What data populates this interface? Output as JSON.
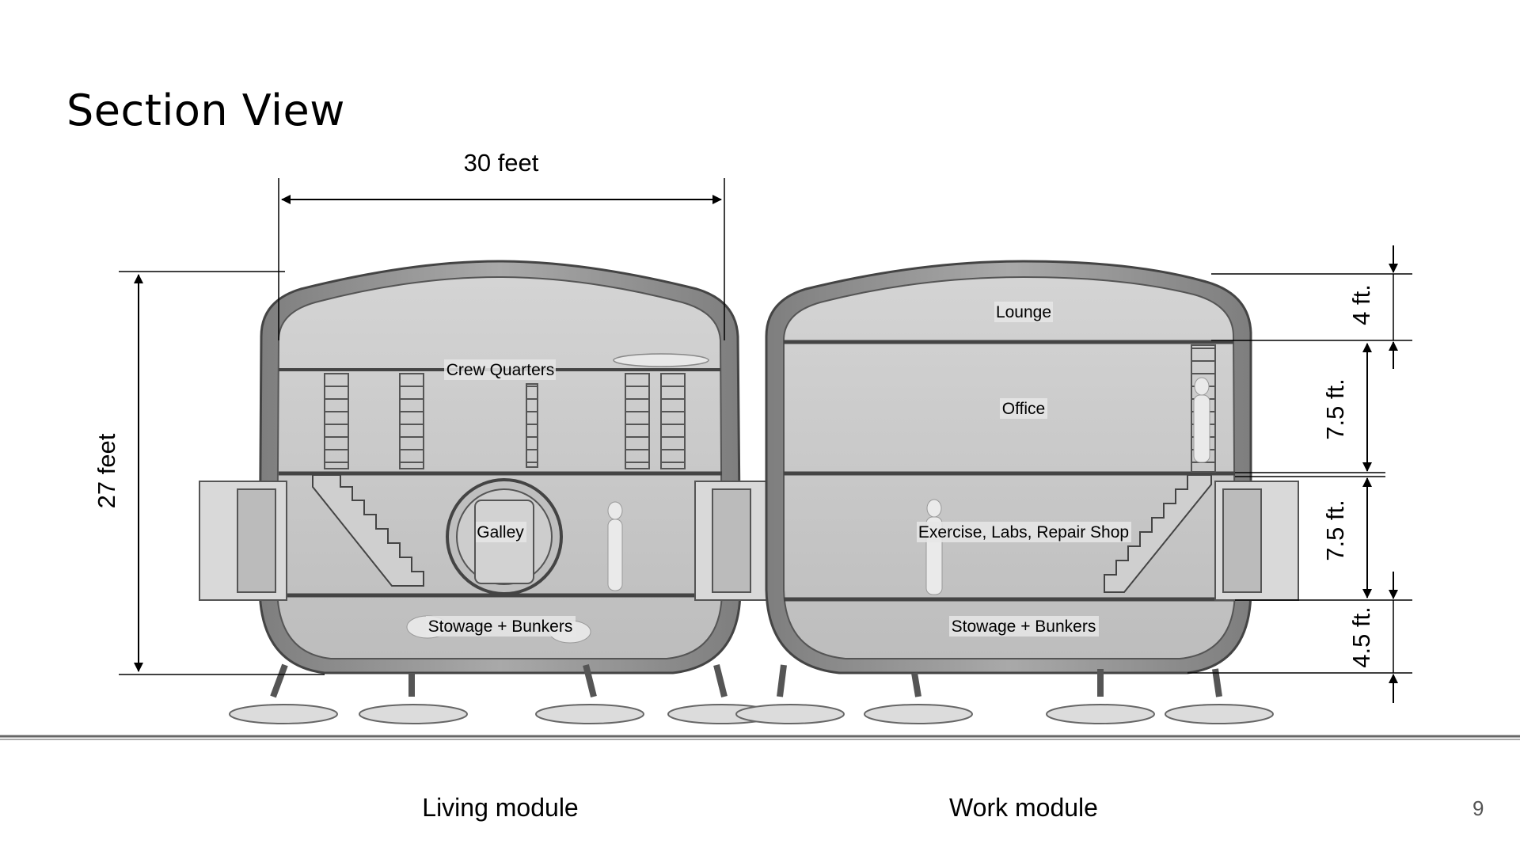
{
  "title": "Section View",
  "dimensions": {
    "width": "30 feet",
    "height": "27 feet",
    "lounge": "4 ft.",
    "office": "7.5 ft.",
    "exercise": "7.5 ft.",
    "stowage": "4.5 ft."
  },
  "modules": {
    "living": {
      "caption": "Living module",
      "rooms": {
        "crew_quarters": "Crew Quarters",
        "galley": "Galley",
        "stowage": "Stowage + Bunkers"
      }
    },
    "work": {
      "caption": "Work module",
      "rooms": {
        "lounge": "Lounge",
        "office": "Office",
        "exercise": "Exercise, Labs, Repair Shop",
        "stowage": "Stowage + Bunkers"
      }
    }
  },
  "page_number": "9",
  "colors": {
    "interior": "#c8c8c8",
    "hull": "#8a8a8a",
    "line": "#000000",
    "label_bg": "#e6e6e6"
  }
}
